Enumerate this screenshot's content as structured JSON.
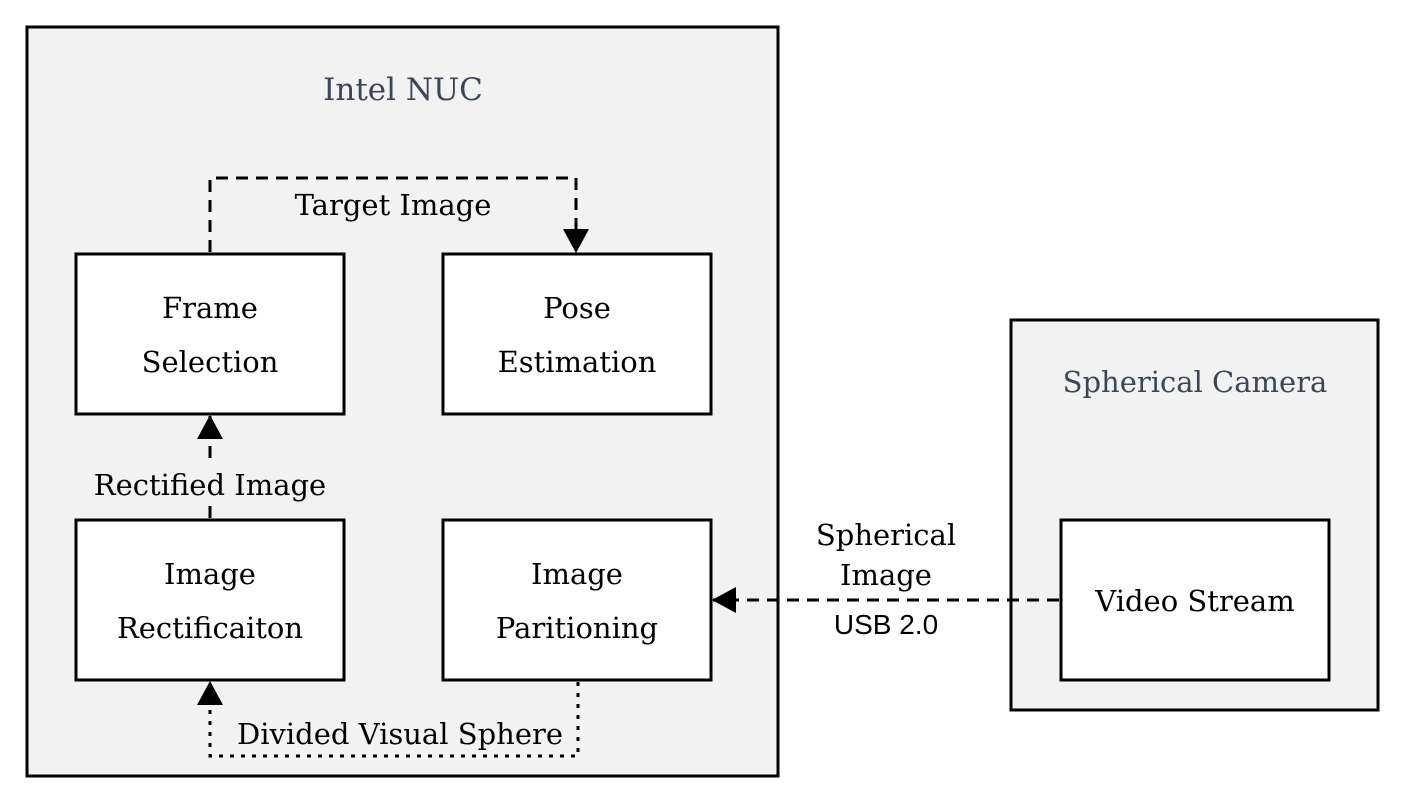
{
  "containers": {
    "nuc": {
      "title": "Intel NUC"
    },
    "camera": {
      "title": "Spherical Camera"
    }
  },
  "blocks": {
    "frame_selection": {
      "line1": "Frame",
      "line2": "Selection"
    },
    "pose_estimation": {
      "line1": "Pose",
      "line2": "Estimation"
    },
    "image_rectification": {
      "line1": "Image",
      "line2": "Rectificaiton"
    },
    "image_partitioning": {
      "line1": "Image",
      "line2": "Paritioning"
    },
    "video_stream": {
      "label": "Video Stream"
    }
  },
  "edges": {
    "target_image": {
      "label": "Target Image"
    },
    "rectified_image": {
      "label": "Rectified Image"
    },
    "divided_visual_sphere": {
      "label": "Divided Visual Sphere"
    },
    "spherical_image": {
      "line1": "Spherical",
      "line2": "Image",
      "sublabel": "USB 2.0"
    }
  },
  "colors": {
    "container_fill": "#f2f2f2",
    "container_title": "#3c4656",
    "stroke": "#000000",
    "block_fill": "#ffffff"
  }
}
